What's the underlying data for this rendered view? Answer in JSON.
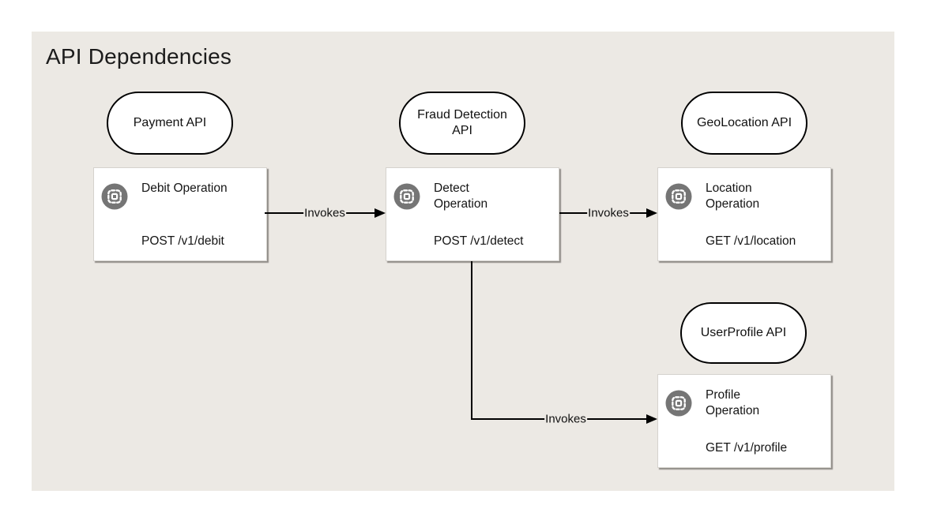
{
  "title": "API Dependencies",
  "colors": {
    "page_bg": "#FFFFFF",
    "canvas_bg": "#ECE9E4",
    "node_fill": "#FFFFFF",
    "pill_border": "#000000",
    "box_border": "#D5D2CD",
    "edge_color": "#000000",
    "icon_circle": "#757575",
    "text": "#151515"
  },
  "apis": {
    "payment": {
      "label": "Payment API"
    },
    "fraud": {
      "label": "Fraud Detection API"
    },
    "geolocation": {
      "label": "GeoLocation API"
    },
    "userprofile": {
      "label": "UserProfile API"
    }
  },
  "operations": {
    "debit": {
      "name": "Debit Operation",
      "method": "POST /v1/debit"
    },
    "detect": {
      "name": "Detect Operation",
      "method": "POST /v1/detect"
    },
    "location": {
      "name": "Location Operation",
      "method": "GET /v1/location"
    },
    "profile": {
      "name": "Profile Operation",
      "method": "GET /v1/profile"
    }
  },
  "edges": [
    {
      "from": "debit",
      "to": "detect",
      "label": "Invokes"
    },
    {
      "from": "detect",
      "to": "location",
      "label": "Invokes"
    },
    {
      "from": "detect",
      "to": "profile",
      "label": "Invokes"
    }
  ]
}
